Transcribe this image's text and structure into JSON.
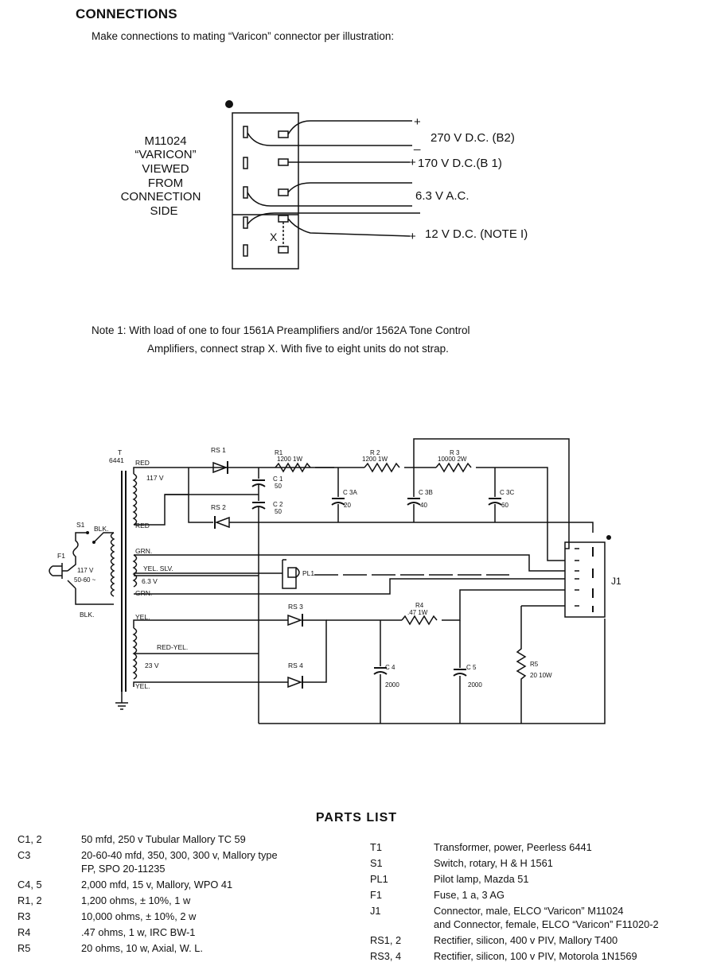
{
  "connections": {
    "heading": "CONNECTIONS",
    "instruction": "Make connections to mating “Varicon” connector per illustration:",
    "connector_caption": [
      "M11024",
      "“VARICON”",
      "VIEWED",
      "FROM",
      "CONNECTION",
      "SIDE"
    ],
    "strap_label": "X",
    "outputs": [
      {
        "polarity": "+",
        "label": "270 V D.C. (B2)"
      },
      {
        "polarity": "_",
        "label": ""
      },
      {
        "polarity": "+",
        "label": "170 V D.C.(B 1)"
      },
      {
        "polarity": "",
        "label": "6.3 V A.C."
      },
      {
        "polarity": "+",
        "label": "12 V D.C.  (NOTE I)"
      }
    ]
  },
  "note": {
    "line1": "Note 1:  With load of one to four 1561A Preamplifiers and/or 1562A Tone Control",
    "line2": "Amplifiers, connect strap X. With five to eight units do not strap."
  },
  "schematic": {
    "transformer": {
      "ref": "T",
      "model": "6441"
    },
    "wires": {
      "red_top": "RED",
      "v117": "117 V",
      "red_bot": "RED",
      "blk_top": "BLK.",
      "blk_bot": "BLK.",
      "primary": "117 V",
      "primary2": "50-60 ~",
      "grn_top": "GRN.",
      "yel_slv": "YEL. SLV.",
      "v63": "6.3 V",
      "grn_bot": "GRN.",
      "yel_top": "YEL.",
      "red_yel": "RED-YEL.",
      "v23": "23 V",
      "yel_bot": "YEL."
    },
    "switch": "S1",
    "fuse": "F1",
    "rectifiers": [
      "RS 1",
      "RS 2",
      "RS 3",
      "RS 4"
    ],
    "resistors": [
      {
        "ref": "R1",
        "value": "1200  1W"
      },
      {
        "ref": "R 2",
        "value": "1200  1W"
      },
      {
        "ref": "R 3",
        "value": "10000  2W"
      },
      {
        "ref": "R4",
        "value": ".47  1W"
      },
      {
        "ref": "R5",
        "value": "20  10W"
      }
    ],
    "capacitors": [
      {
        "ref": "C 1",
        "value": "50"
      },
      {
        "ref": "C 2",
        "value": "50"
      },
      {
        "ref": "C 3A",
        "value": "20"
      },
      {
        "ref": "C 3B",
        "value": "40"
      },
      {
        "ref": "C 3C",
        "value": "60"
      },
      {
        "ref": "C 4",
        "value": "2000"
      },
      {
        "ref": "C 5",
        "value": "2000"
      }
    ],
    "pilot_lamp": "PL1",
    "connector": "J1"
  },
  "parts_list": {
    "title": "PARTS  LIST",
    "left": [
      {
        "ref": "C1, 2",
        "desc": "50 mfd, 250 v Tubular Mallory TC 59"
      },
      {
        "ref": "C3",
        "desc": "20-60-40 mfd, 350, 300, 300 v, Mallory type\nFP, SPO 20-11235"
      },
      {
        "ref": "C4, 5",
        "desc": "2,000 mfd, 15 v, Mallory, WPO 41"
      },
      {
        "ref": "R1, 2",
        "desc": "1,200 ohms, ± 10%, 1 w"
      },
      {
        "ref": "R3",
        "desc": "10,000 ohms, ± 10%, 2 w"
      },
      {
        "ref": "R4",
        "desc": ".47 ohms, 1 w, IRC BW-1"
      },
      {
        "ref": "R5",
        "desc": "20 ohms, 10 w, Axial, W. L."
      }
    ],
    "right": [
      {
        "ref": "T1",
        "desc": "Transformer, power, Peerless 6441"
      },
      {
        "ref": "S1",
        "desc": "Switch, rotary, H & H 1561"
      },
      {
        "ref": "PL1",
        "desc": "Pilot lamp, Mazda 51"
      },
      {
        "ref": "F1",
        "desc": "Fuse, 1 a, 3 AG"
      },
      {
        "ref": "J1",
        "desc": "Connector, male, ELCO “Varicon” M11024\nand Connector, female, ELCO “Varicon” F11020-2"
      },
      {
        "ref": "RS1, 2",
        "desc": "Rectifier, silicon, 400 v PIV, Mallory T400"
      },
      {
        "ref": "RS3, 4",
        "desc": "Rectifier, silicon, 100 v PIV, Motorola 1N1569"
      }
    ]
  }
}
